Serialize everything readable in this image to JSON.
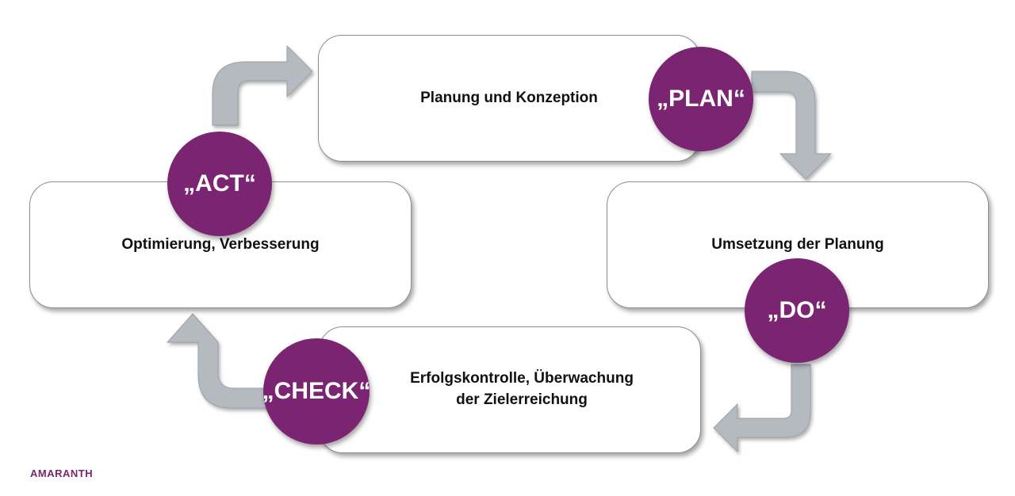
{
  "steps": {
    "plan": {
      "badge": "„PLAN“",
      "text": "Planung und Konzeption"
    },
    "do": {
      "badge": "„DO“",
      "text": "Umsetzung der Planung"
    },
    "check": {
      "badge": "„CHECK“",
      "text": "Erfolgskontrolle, Überwachung\nder Zielerreichung"
    },
    "act": {
      "badge": "„ACT“",
      "text": "Optimierung, Verbesserung"
    }
  },
  "brand": "AMARANTH",
  "colors": {
    "badge": "#7b2572",
    "arrow": "#b5bac0",
    "arrow_outline": "#9ba0a6",
    "box_border": "#8a8f95"
  }
}
